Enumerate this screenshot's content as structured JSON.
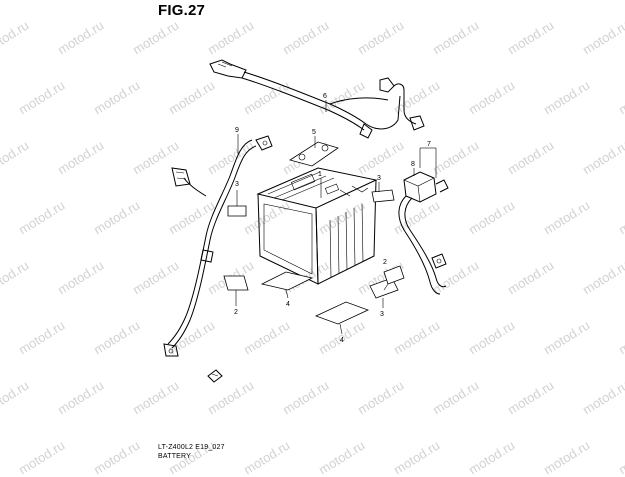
{
  "figure": {
    "title": "FIG.27",
    "caption_code": "LT-Z400L2 E19_027",
    "caption_name": "BATTERY"
  },
  "watermark": {
    "text": "motod.ru"
  },
  "callouts": {
    "c1": "1",
    "c2": "2",
    "c2b": "2",
    "c3": "3",
    "c3b": "3",
    "c3c": "3",
    "c4": "4",
    "c4b": "4",
    "c5": "5",
    "c6": "6",
    "c7": "7",
    "c8": "8",
    "c9": "9"
  }
}
